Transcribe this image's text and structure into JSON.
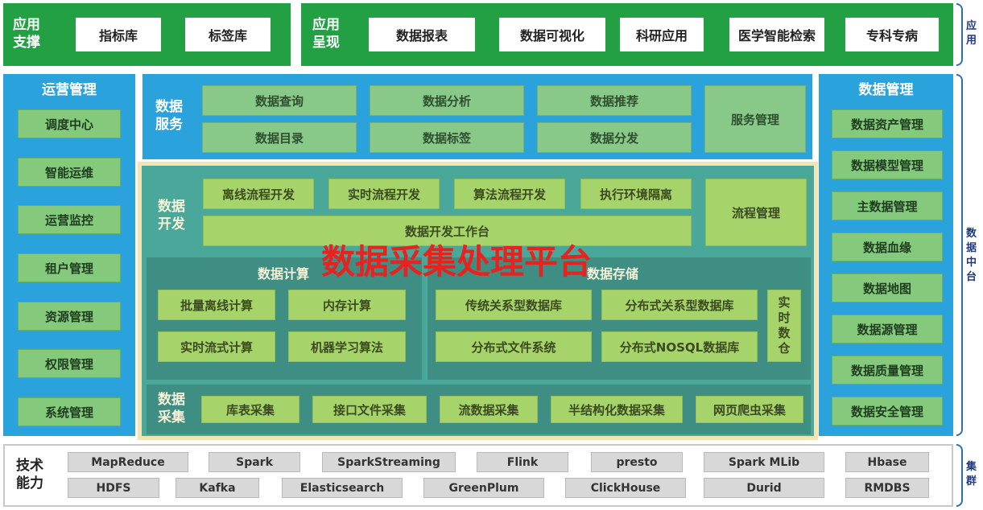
{
  "app_support": {
    "title": "应用\n支撑",
    "items": [
      "指标库",
      "标签库"
    ]
  },
  "app_present": {
    "title": "应用\n呈现",
    "items": [
      "数据报表",
      "数据可视化",
      "科研应用",
      "医学智能检索",
      "专科专病"
    ]
  },
  "ops": {
    "title": "运营管理",
    "items": [
      "调度中心",
      "智能运维",
      "运营监控",
      "租户管理",
      "资源管理",
      "权限管理",
      "系统管理"
    ]
  },
  "data_mgmt": {
    "title": "数据管理",
    "items": [
      "数据资产管理",
      "数据模型管理",
      "主数据管理",
      "数据血缘",
      "数据地图",
      "数据源管理",
      "数据质量管理",
      "数据安全管理"
    ]
  },
  "data_service": {
    "title": "数据\n服务",
    "items": [
      "数据查询",
      "数据分析",
      "数据推荐",
      "数据目录",
      "数据标签",
      "数据分发"
    ],
    "manage": "服务管理"
  },
  "data_dev": {
    "title": "数据\n开发",
    "items": [
      "离线流程开发",
      "实时流程开发",
      "算法流程开发",
      "执行环境隔离"
    ],
    "workbench": "数据开发工作台",
    "manage": "流程管理"
  },
  "overlay_title": "数据采集处理平台",
  "compute": {
    "title": "数据计算",
    "items": [
      "批量离线计算",
      "内存计算",
      "实时流式计算",
      "机器学习算法"
    ]
  },
  "storage": {
    "title": "数据存储",
    "items": [
      "传统关系型数据库",
      "分布式关系型数据库",
      "分布式文件系统",
      "分布式NOSQL数据库"
    ],
    "warehouse": "实\n时\n数\n仓"
  },
  "collect": {
    "title": "数据\n采集",
    "items": [
      "库表采集",
      "接口文件采集",
      "流数据采集",
      "半结构化数据采集",
      "网页爬虫采集"
    ]
  },
  "tech": {
    "title": "技术\n能力",
    "row1": [
      "MapReduce",
      "Spark",
      "SparkStreaming",
      "Flink",
      "presto",
      "Spark MLib",
      "Hbase"
    ],
    "row2": [
      "HDFS",
      "Kafka",
      "Elasticsearch",
      "GreenPlum",
      "ClickHouse",
      "Durid",
      "RMDBS"
    ]
  },
  "right_labels": {
    "app": "应\n用",
    "middle": "数\n据\n中\n台",
    "cluster": "集\n群"
  },
  "colors": {
    "green": "#22a043",
    "blue": "#2aa2db",
    "teal": "#49a89a",
    "lime": "#a7d46a",
    "overlay_red": "#e8231f"
  }
}
